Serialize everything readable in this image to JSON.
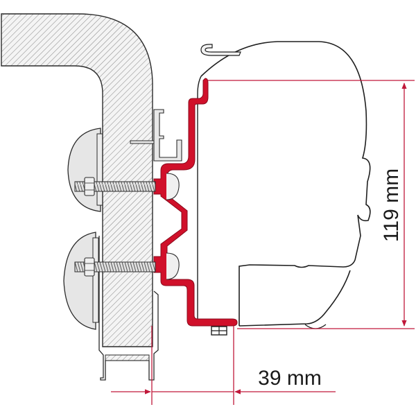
{
  "diagram": {
    "type": "technical cross-section",
    "subject": "awning mounting adapter bracket on vehicle wall",
    "colors": {
      "bracket": "#d0102a",
      "bracket_outline": "#8a0a1c",
      "dimension_line": "#c0183a",
      "outline": "#2a2a2a",
      "hatch": "#8c8c8c",
      "fill_light": "#ececec"
    },
    "dimensions": {
      "height": {
        "value": 119,
        "unit": "mm",
        "label": "119 mm",
        "orientation": "vertical"
      },
      "offset": {
        "value": 39,
        "unit": "mm",
        "label": "39 mm",
        "orientation": "horizontal"
      }
    },
    "components": [
      {
        "id": "vehicle-wall",
        "label": "Vehicle wall/roof section (hatched)"
      },
      {
        "id": "awning-case",
        "label": "Awning cassette profile"
      },
      {
        "id": "adapter-bracket",
        "label": "Red adapter bracket"
      },
      {
        "id": "bolt-upper",
        "label": "Upper through-bolt with nut"
      },
      {
        "id": "bolt-lower",
        "label": "Lower through-bolt with nut"
      },
      {
        "id": "spreader-upper",
        "label": "Upper inner spreader plate"
      },
      {
        "id": "spreader-lower",
        "label": "Lower inner spreader plate"
      },
      {
        "id": "rail-profile",
        "label": "Aluminium rail profile"
      }
    ]
  }
}
